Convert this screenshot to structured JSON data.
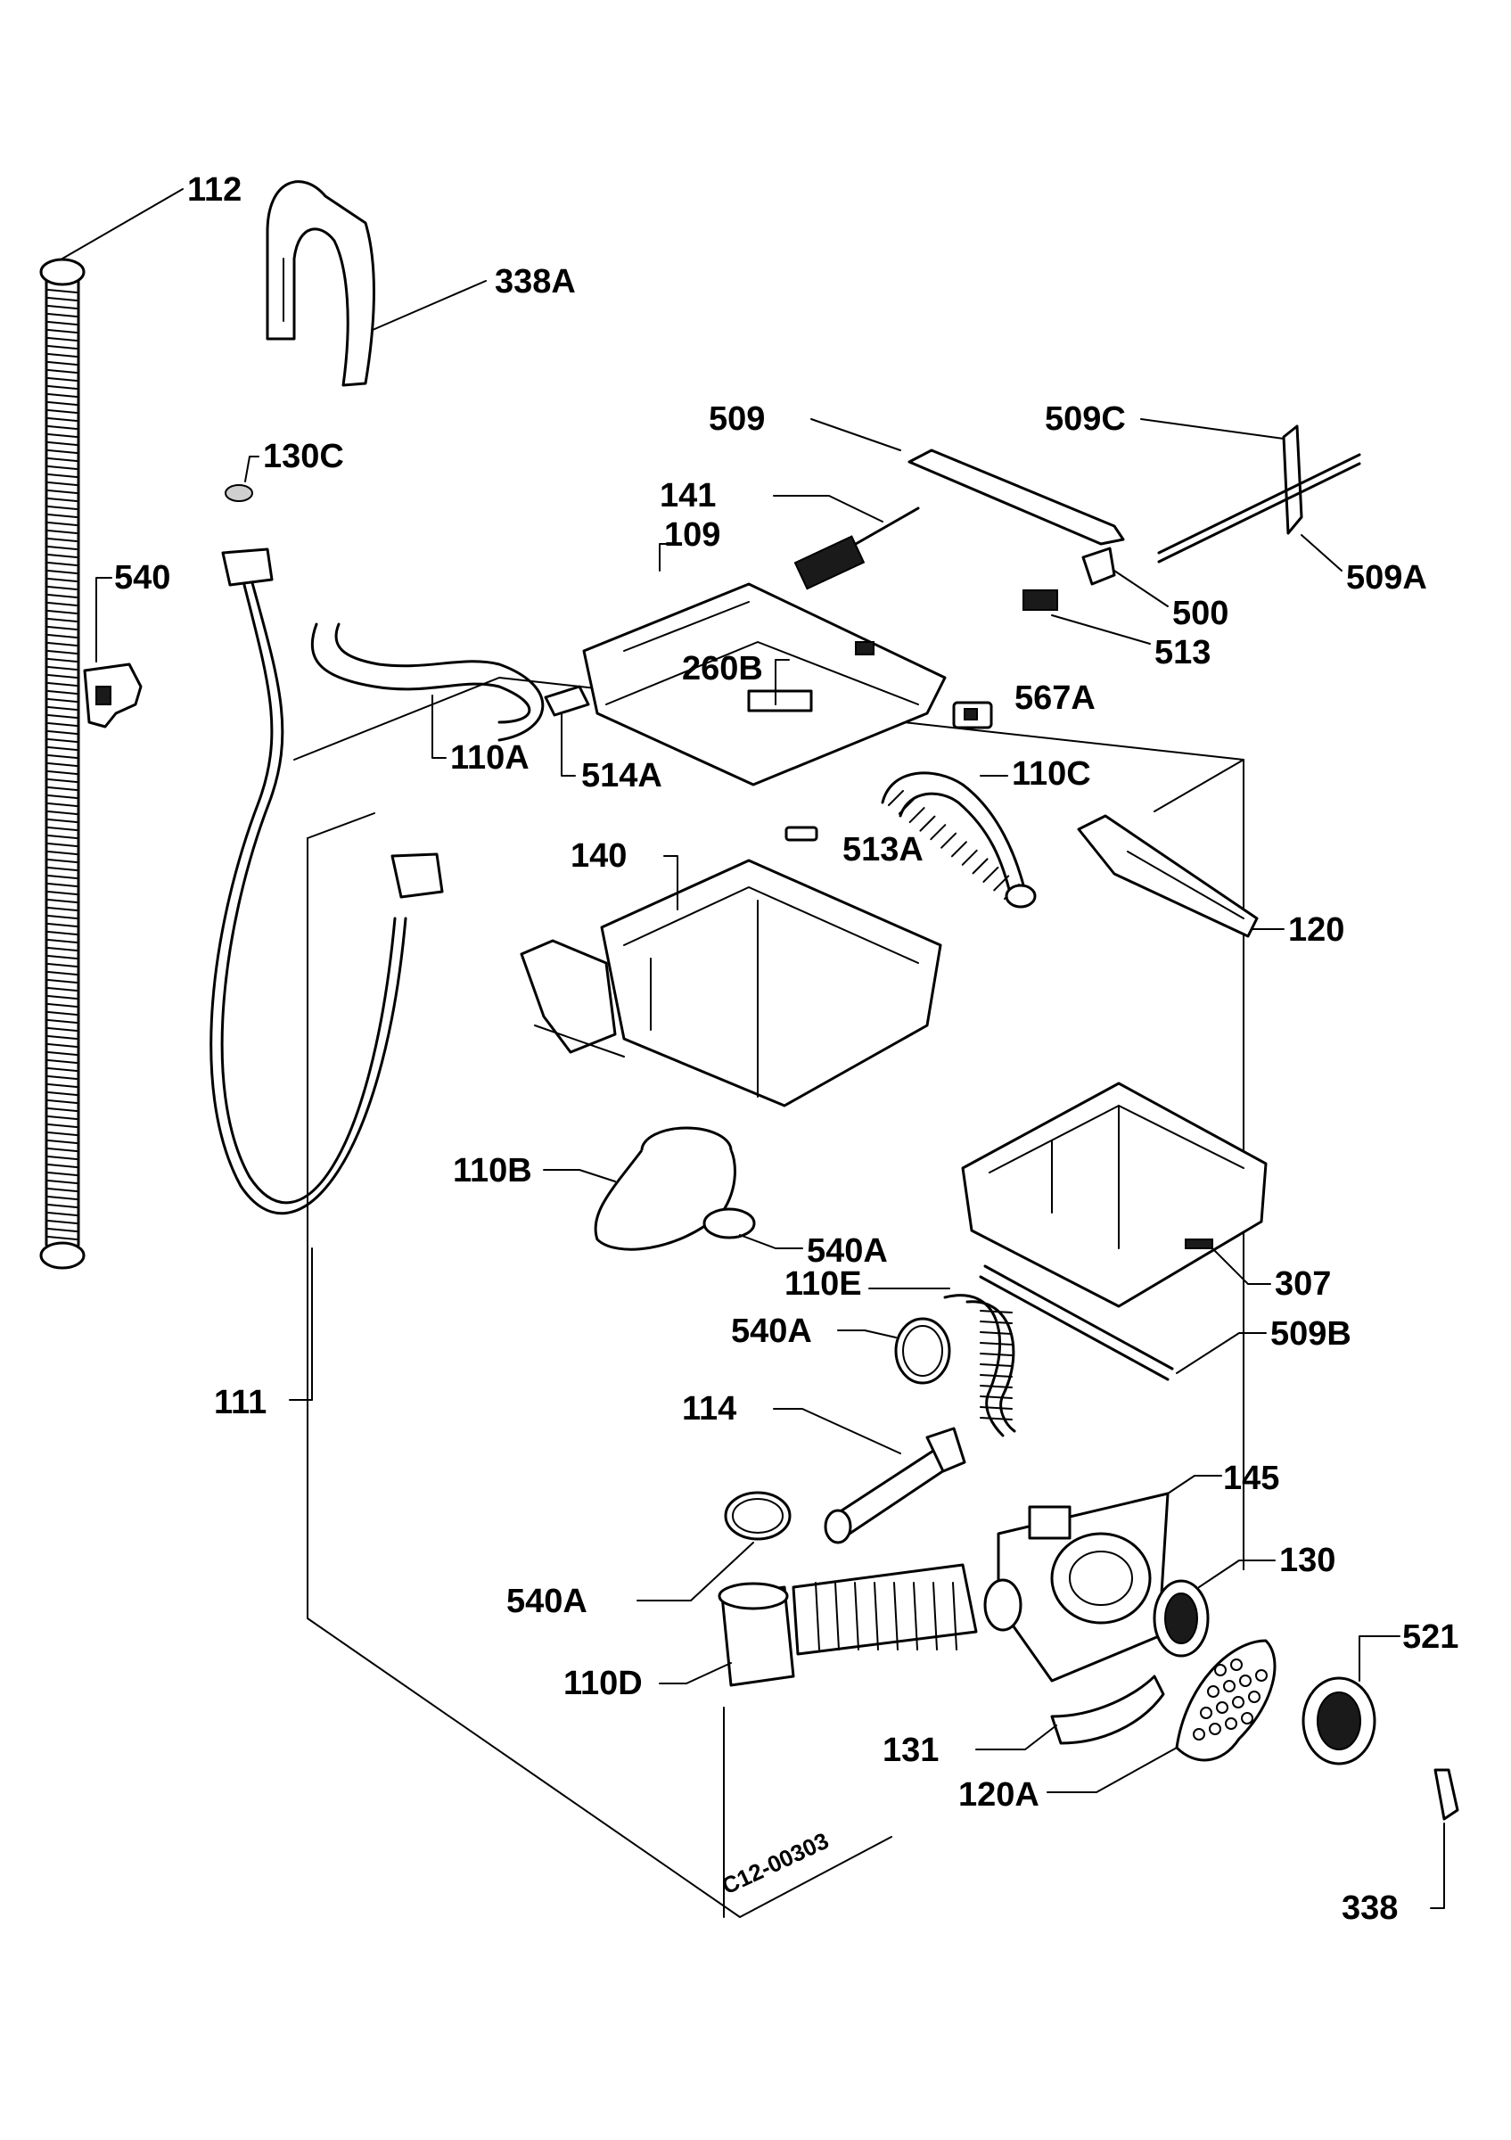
{
  "labels": {
    "l112": "112",
    "l338a": "338A",
    "l130c": "130C",
    "l540": "540",
    "l509": "509",
    "l509c": "509C",
    "l141": "141",
    "l109": "109",
    "l509a": "509A",
    "l500": "500",
    "l513": "513",
    "l260b": "260B",
    "l567a": "567A",
    "l110a": "110A",
    "l514a": "514A",
    "l110c": "110C",
    "l140": "140",
    "l513a": "513A",
    "l120": "120",
    "l110b": "110B",
    "l540a_1": "540A",
    "l307": "307",
    "l110e": "110E",
    "l540a_2": "540A",
    "l509b": "509B",
    "l111": "111",
    "l114": "114",
    "l145": "145",
    "l130": "130",
    "l540a_3": "540A",
    "l521": "521",
    "l110d": "110D",
    "l131": "131",
    "l120a": "120A",
    "l338": "338"
  },
  "drawing_code": "C12-00303"
}
